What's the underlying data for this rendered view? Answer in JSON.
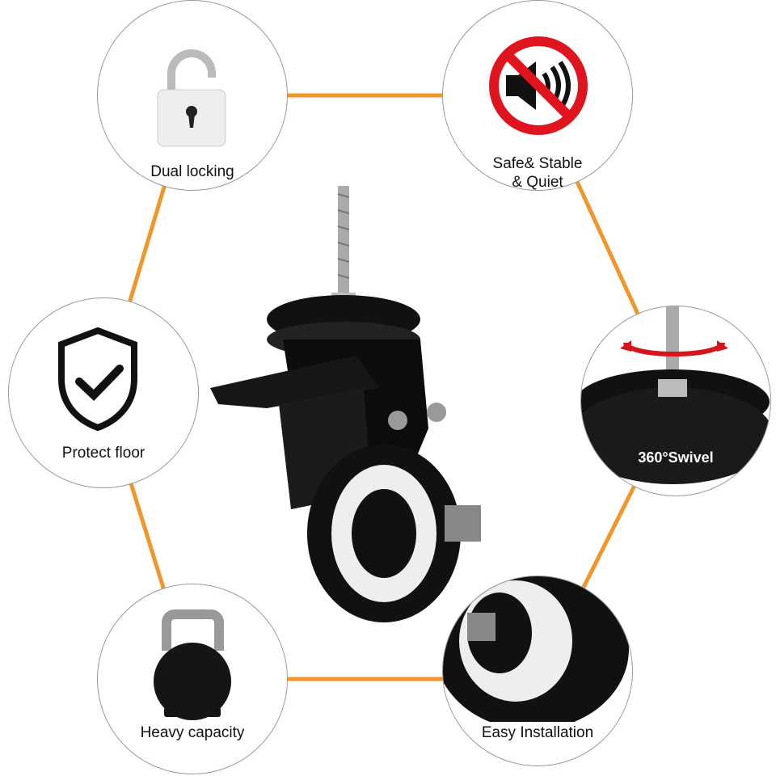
{
  "features": [
    {
      "label": "Dual locking",
      "icon": "padlock-icon"
    },
    {
      "label_line1": "Safe& Stable",
      "label_line2": "& Quiet",
      "icon": "no-sound-icon"
    },
    {
      "label": "Protect floor",
      "icon": "shield-check-icon"
    },
    {
      "label": "360°Swivel",
      "icon": "swivel-icon"
    },
    {
      "label": "Heavy capacity",
      "icon": "kettlebell-icon"
    },
    {
      "label": "Easy Installation",
      "icon": "wheel-closeup-icon"
    }
  ],
  "colors": {
    "accent": "#f0962a",
    "prohibit": "#e0141e",
    "swivel_arrow": "#d4151c"
  }
}
